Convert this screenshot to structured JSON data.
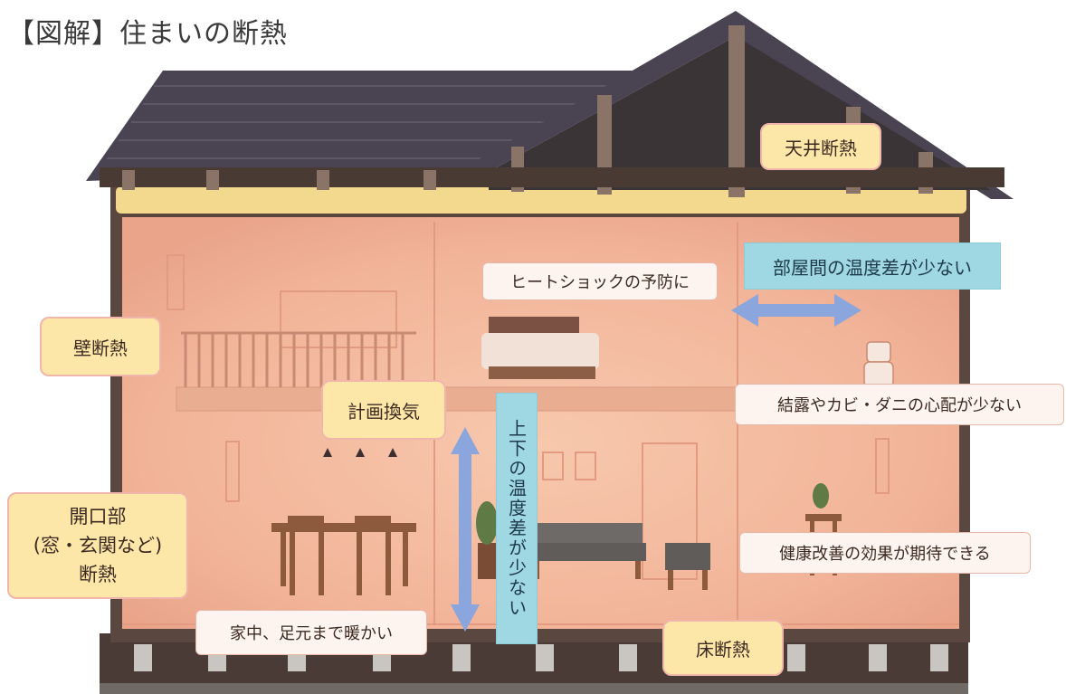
{
  "title": "【図解】住まいの断熱",
  "labels": {
    "ceiling_insulation": "天井断熱",
    "wall_insulation": "壁断熱",
    "ventilation": "計画換気",
    "opening_insulation": [
      "開口部",
      "(窓・玄関など)",
      "断熱"
    ],
    "floor_insulation": "床断熱",
    "heat_shock": "ヒートショックの予防に",
    "room_temp_diff": "部屋間の温度差が少ない",
    "condensation": "結露やカビ・ダニの心配が少ない",
    "health": "健康改善の効果が期待できる",
    "warm_feet": "家中、足元まで暖かい",
    "vertical_temp_diff": "上下の温度差が少ない"
  },
  "colors": {
    "roof": "#4a4452",
    "interior": "#f2b499",
    "frame": "#5a4740",
    "insulation": "#f3d98d",
    "label_yellow": "#fde7a8",
    "label_border": "#f0b6ac",
    "label_blue": "#9fd8e3",
    "arrow_blue": "#8aa6dc"
  }
}
